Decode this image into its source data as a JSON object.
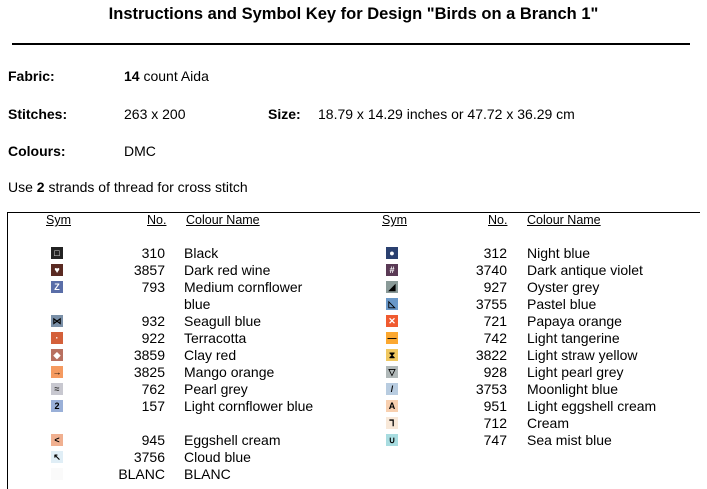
{
  "title": "Instructions and Symbol Key for Design \"Birds on a Branch 1\"",
  "fabric": {
    "label": "Fabric:",
    "count": "14",
    "rest": "count Aida"
  },
  "stitches": {
    "label": "Stitches:",
    "value": "263 x 200"
  },
  "size": {
    "label": "Size:",
    "value": "18.79 x 14.29 inches or 47.72 x 36.29 cm"
  },
  "colours": {
    "label": "Colours:",
    "value": "DMC"
  },
  "strands": {
    "pre": "Use",
    "count": "2",
    "post": "strands of thread for cross stitch"
  },
  "headers": {
    "sym": "Sym",
    "no": "No.",
    "name": "Colour Name"
  },
  "left": [
    {
      "sym": "□",
      "no": "310",
      "name": "Black",
      "bg": "#222222",
      "fg": "#ffffff"
    },
    {
      "sym": "♥",
      "no": "3857",
      "name": "Dark red wine",
      "bg": "#5a2a22",
      "fg": "#ffffff"
    },
    {
      "sym": "Z",
      "no": "793",
      "name": "Medium cornflower blue",
      "bg": "#5a6ea8",
      "fg": "#ffffff"
    },
    {
      "sym": "⋈",
      "no": "932",
      "name": "Seagull blue",
      "bg": "#7a90a8",
      "fg": "#000000"
    },
    {
      "sym": "·",
      "no": "922",
      "name": "Terracotta",
      "bg": "#d4603a",
      "fg": "#ffffff"
    },
    {
      "sym": "◆",
      "no": "3859",
      "name": "Clay red",
      "bg": "#b87060",
      "fg": "#ffffff"
    },
    {
      "sym": "→",
      "no": "3825",
      "name": "Mango orange",
      "bg": "#f59a60",
      "fg": "#000000"
    },
    {
      "sym": "≈",
      "no": "762",
      "name": "Pearl grey",
      "bg": "#c8c8d0",
      "fg": "#333333"
    },
    {
      "sym": "2",
      "no": "157",
      "name": "Light cornflower blue",
      "bg": "#9ab0d8",
      "fg": "#000000"
    },
    {
      "sym": "<",
      "no": "945",
      "name": "Eggshell cream",
      "bg": "#f0b090",
      "fg": "#000000"
    },
    {
      "sym": "↖",
      "no": "3756",
      "name": "Cloud blue",
      "bg": "#e0eef6",
      "fg": "#000000"
    },
    {
      "sym": "",
      "no": "BLANC",
      "name": "BLANC",
      "bg": "#fafafa",
      "fg": "#000000"
    }
  ],
  "right": [
    {
      "sym": "●",
      "no": "312",
      "name": "Night blue",
      "bg": "#2a4070",
      "fg": "#ffffff"
    },
    {
      "sym": "#",
      "no": "3740",
      "name": "Dark antique violet",
      "bg": "#5a3a55",
      "fg": "#ffffff"
    },
    {
      "sym": "◢",
      "no": "927",
      "name": "Oyster grey",
      "bg": "#8a9a98",
      "fg": "#000000"
    },
    {
      "sym": "◺",
      "no": "3755",
      "name": "Pastel blue",
      "bg": "#6a98c8",
      "fg": "#000000"
    },
    {
      "sym": "✕",
      "no": "721",
      "name": "Papaya orange",
      "bg": "#f05a30",
      "fg": "#ffffff"
    },
    {
      "sym": "—",
      "no": "742",
      "name": "Light tangerine",
      "bg": "#fca830",
      "fg": "#000000"
    },
    {
      "sym": "⧗",
      "no": "3822",
      "name": "Light straw yellow",
      "bg": "#f0c860",
      "fg": "#000000"
    },
    {
      "sym": "▽",
      "no": "928",
      "name": "Light pearl grey",
      "bg": "#b0b8b8",
      "fg": "#000000"
    },
    {
      "sym": "/",
      "no": "3753",
      "name": "Moonlight blue",
      "bg": "#b8cce0",
      "fg": "#000000"
    },
    {
      "sym": "A",
      "no": "951",
      "name": "Light eggshell cream",
      "bg": "#f8d0b0",
      "fg": "#000000"
    },
    {
      "sym": "⅂",
      "no": "712",
      "name": "Cream",
      "bg": "#f8e8d8",
      "fg": "#000000"
    },
    {
      "sym": "∪",
      "no": "747",
      "name": "Sea mist blue",
      "bg": "#a8dce0",
      "fg": "#000000"
    }
  ]
}
